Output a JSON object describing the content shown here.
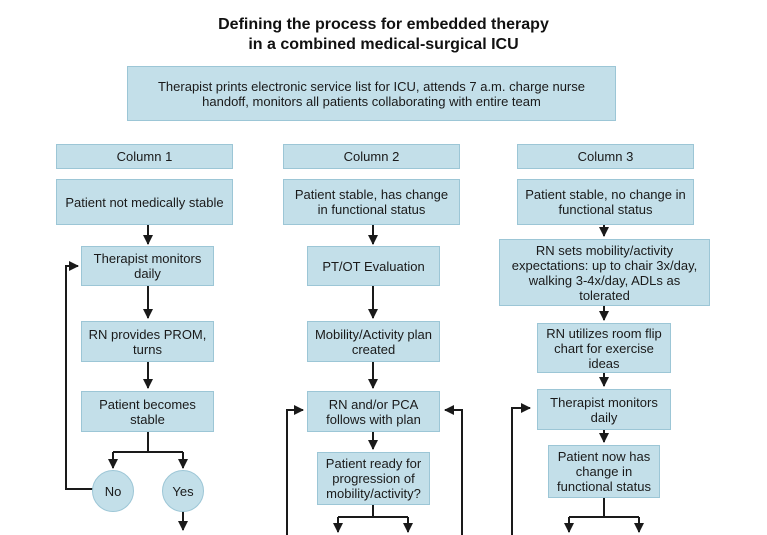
{
  "title": {
    "line1": "Defining the process for embedded therapy",
    "line2": "in a combined medical-surgical ICU"
  },
  "top_box": "Therapist prints electronic service list for ICU, attends 7 a.m. charge nurse handoff, monitors all patients collaborating with entire team",
  "column1": {
    "header": "Column 1",
    "start": "Patient not medically stable",
    "step1": "Therapist monitors daily",
    "step2": "RN provides PROM, turns",
    "step3": "Patient becomes stable",
    "no": "No",
    "yes": "Yes"
  },
  "column2": {
    "header": "Column 2",
    "start": "Patient stable, has change in functional status",
    "step1": "PT/OT Evaluation",
    "step2": "Mobility/Activity plan created",
    "step3": "RN and/or PCA follows with plan",
    "step4": "Patient ready for progression of mobility/activity?"
  },
  "column3": {
    "header": "Column 3",
    "start": "Patient stable, no change in functional status",
    "step1": "RN sets mobility/activity expectations: up to chair 3x/day, walking 3-4x/day, ADLs as tolerated",
    "step2": "RN utilizes room flip chart for exercise ideas",
    "step3": "Therapist monitors daily",
    "step4": "Patient now has change in functional status"
  },
  "colors": {
    "box_fill": "#c3dfe9",
    "box_border": "#9cc6d6",
    "line": "#1a1a1a"
  }
}
